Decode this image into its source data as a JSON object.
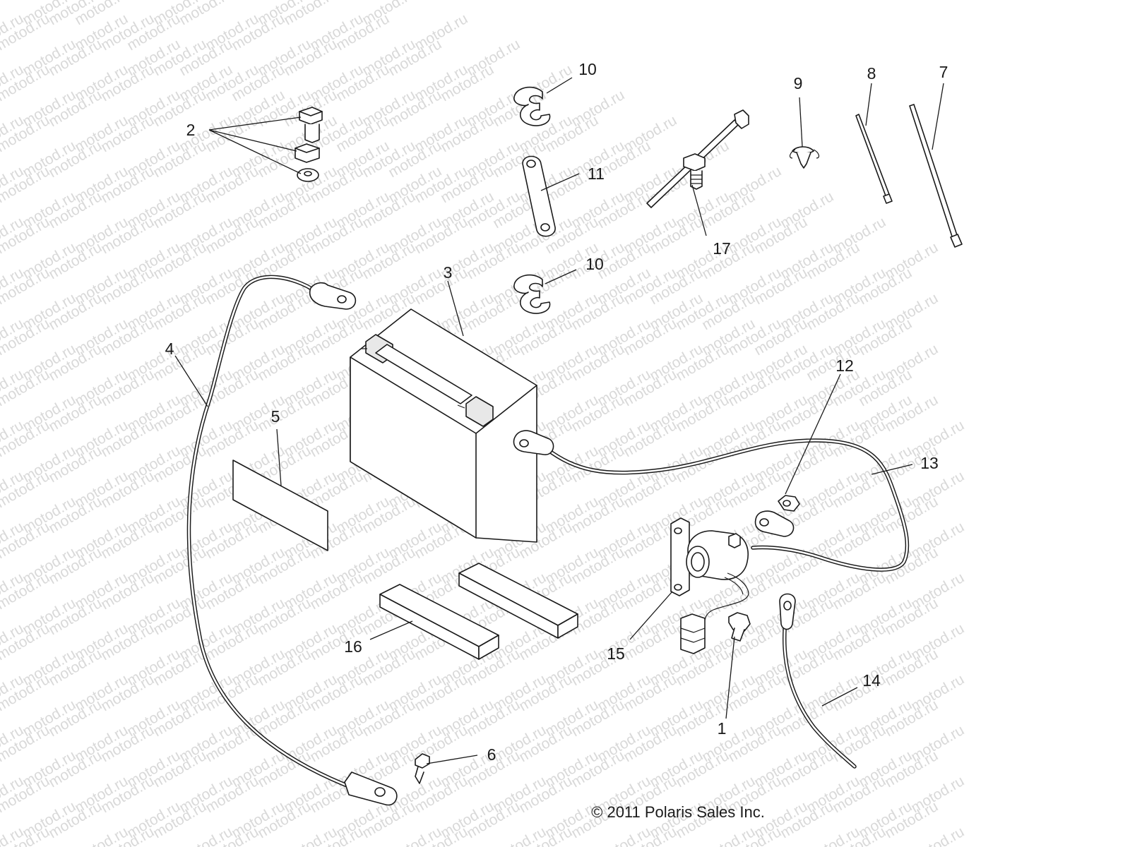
{
  "watermark": "motod.ru",
  "copyright": "© 2011 Polaris Sales Inc.",
  "callouts": {
    "c1": "1",
    "c2": "2",
    "c3": "3",
    "c4": "4",
    "c5": "5",
    "c6": "6",
    "c7": "7",
    "c8": "8",
    "c9": "9",
    "c10a": "10",
    "c10b": "10",
    "c11": "11",
    "c12": "12",
    "c13": "13",
    "c14": "14",
    "c15": "15",
    "c16": "16",
    "c17": "17"
  }
}
